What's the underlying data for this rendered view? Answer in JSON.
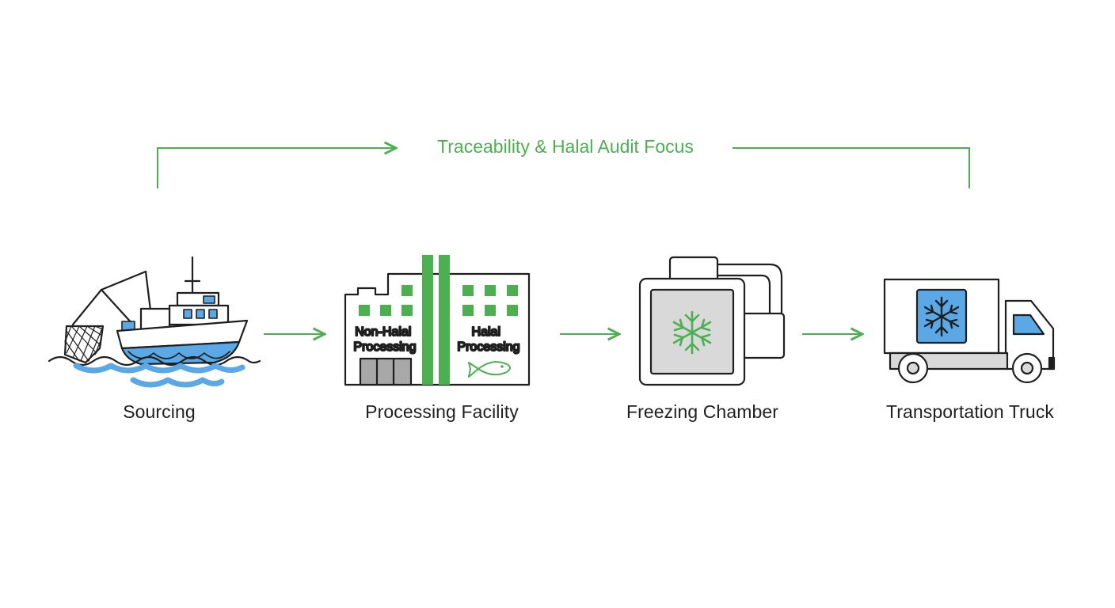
{
  "banner": {
    "label": "Traceability & Halal Audit Focus"
  },
  "stages": [
    {
      "label": "Sourcing",
      "icon": "fishing-boat-icon"
    },
    {
      "label": "Processing Facility",
      "icon": "processing-facility-icon"
    },
    {
      "label": "Freezing Chamber",
      "icon": "freezing-chamber-icon"
    },
    {
      "label": "Transportation Truck",
      "icon": "refrigerated-truck-icon"
    }
  ],
  "facility": {
    "zone_left": [
      "Non-Halal",
      "Processing"
    ],
    "zone_right": [
      "Halal",
      "Processing"
    ]
  },
  "colors": {
    "accent_green": "#4caf50",
    "water_blue": "#5aa9e6",
    "outline": "#1f1f1f",
    "panel_gray": "#d9d9d9"
  }
}
